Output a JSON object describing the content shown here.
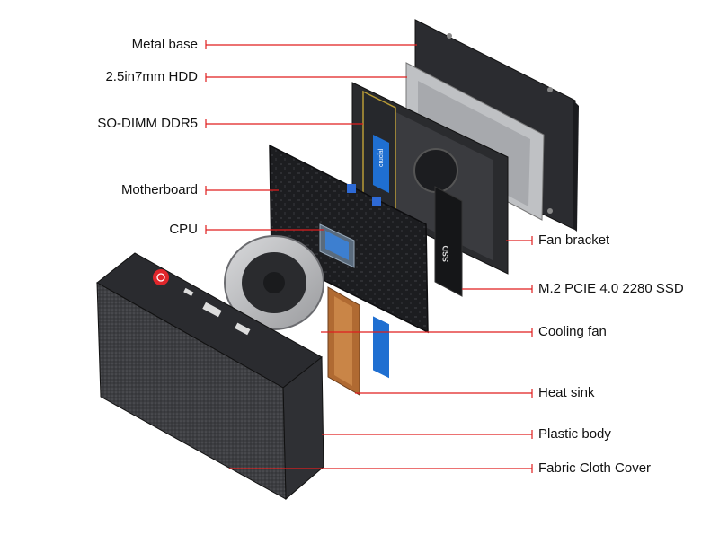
{
  "colors": {
    "leader_line": "#e01e1e",
    "body_dark": "#26272b",
    "fabric": "#3a3b3f",
    "copper": "#b06a32",
    "ram_blue": "#1f6fd1",
    "power_red": "#e0262b"
  },
  "labels": {
    "left": [
      {
        "id": "metal-base",
        "text": "Metal base"
      },
      {
        "id": "hdd",
        "text": "2.5in7mm HDD"
      },
      {
        "id": "sodimm",
        "text": "SO-DIMM DDR5"
      },
      {
        "id": "motherboard",
        "text": "Motherboard"
      },
      {
        "id": "cpu",
        "text": "CPU"
      }
    ],
    "right": [
      {
        "id": "fan-bracket",
        "text": "Fan bracket"
      },
      {
        "id": "ssd",
        "text": "M.2 PCIE 4.0 2280 SSD"
      },
      {
        "id": "cooling-fan",
        "text": "Cooling fan"
      },
      {
        "id": "heat-sink",
        "text": "Heat sink"
      },
      {
        "id": "plastic-body",
        "text": "Plastic body"
      },
      {
        "id": "fabric-cover",
        "text": "Fabric Cloth Cover"
      }
    ]
  },
  "device_text": {
    "ram_brand": "crucial",
    "ssd_label": "SSD"
  }
}
